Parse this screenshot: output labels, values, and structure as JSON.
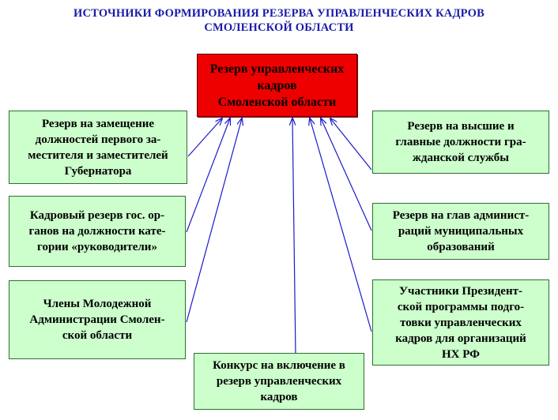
{
  "title": {
    "line1": "ИСТОЧНИКИ ФОРМИРОВАНИЯ РЕЗЕРВА УПРАВЛЕНЧЕСКИХ КАДРОВ",
    "line2": "СМОЛЕНСКОЙ ОБЛАСТИ"
  },
  "colors": {
    "title": "#1a1aa8",
    "central_fill": "#ee0000",
    "box_fill": "#ccffcc",
    "box_border": "#2f6f2f",
    "arrow": "#1a1acc"
  },
  "diagram": {
    "central": {
      "text": "Резерв управленческих\nкадров\nСмоленской области"
    },
    "sources": [
      {
        "id": "first-deputy",
        "text": "Резерв на замещение\nдолжностей первого за-\nместителя и заместителей\nГубернатора"
      },
      {
        "id": "state-bodies",
        "text": "Кадровый резерв гос. ор-\nганов на должности кате-\nгории «руководители»"
      },
      {
        "id": "youth-admin",
        "text": "Члены Молодежной\nАдминистрации Смолен-\nской области"
      },
      {
        "id": "contest",
        "text": "Конкурс на включение в\nрезерв управленческих\nкадров"
      },
      {
        "id": "higher-civil",
        "text": "Резерв на высшие и\nглавные должности гра-\nжданской службы"
      },
      {
        "id": "municipal-heads",
        "text": "Резерв на глав админист-\nраций муниципальных\nобразований"
      },
      {
        "id": "presidential-program",
        "text": "Участники Президент-\nской программы подго-\nтовки управленческих\nкадров для организаций\nНХ РФ"
      }
    ],
    "edges": [
      {
        "from": "first-deputy",
        "to": "central"
      },
      {
        "from": "state-bodies",
        "to": "central"
      },
      {
        "from": "youth-admin",
        "to": "central"
      },
      {
        "from": "contest",
        "to": "central"
      },
      {
        "from": "higher-civil",
        "to": "central"
      },
      {
        "from": "municipal-heads",
        "to": "central"
      },
      {
        "from": "presidential-program",
        "to": "central"
      }
    ]
  }
}
